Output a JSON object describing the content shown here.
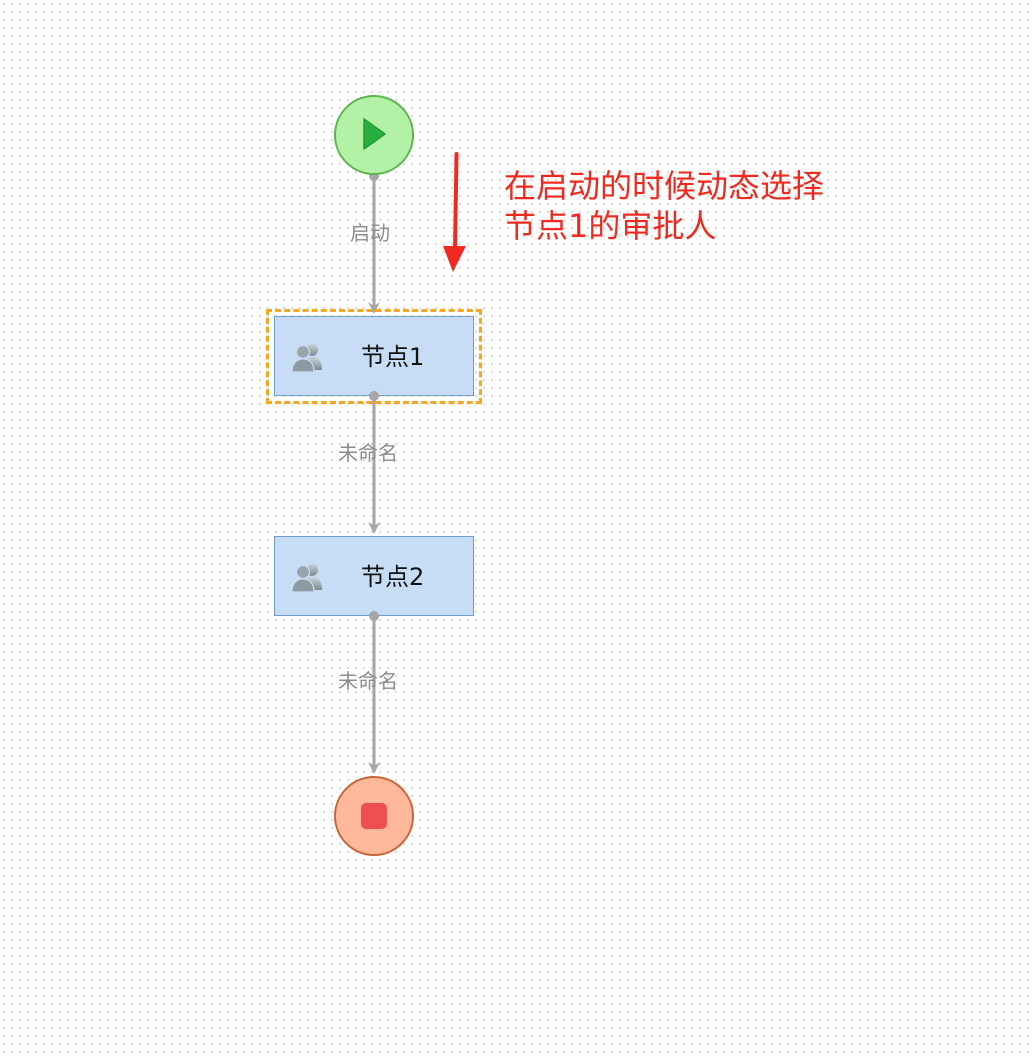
{
  "diagram": {
    "start_event": {
      "icon": "play-icon",
      "color": "#b3f2a6",
      "border": "#5cb54e"
    },
    "end_event": {
      "icon": "stop-icon",
      "color": "#ffb89a",
      "border": "#c8643c"
    },
    "edges": [
      {
        "label": "启动"
      },
      {
        "label": "未命名"
      },
      {
        "label": "未命名"
      }
    ],
    "tasks": [
      {
        "label": "节点1",
        "selected": true,
        "icon": "user-group-icon"
      },
      {
        "label": "节点2",
        "selected": false,
        "icon": "user-group-icon"
      }
    ],
    "annotation": {
      "line1": "在启动的时候动态选择",
      "line2": "节点1的审批人",
      "color": "#ee2a20"
    },
    "colors": {
      "task_fill": "#c7ddf6",
      "task_border": "#6e9bc7",
      "selection": "#f5a623",
      "edge": "#a6a6a6"
    }
  }
}
